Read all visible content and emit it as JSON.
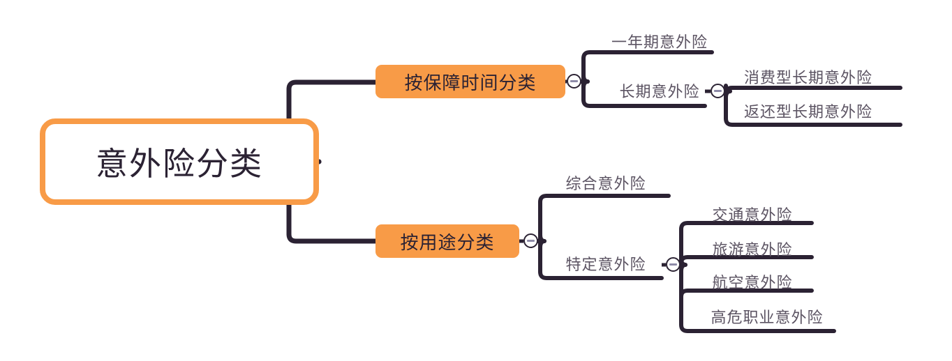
{
  "diagram": {
    "type": "mindmap",
    "title": "意外险分类",
    "direction": "left-to-right",
    "colors": {
      "accent_orange": "#F89B47",
      "line_dark": "#2B2233",
      "leaf_text": "#5C5463",
      "root_text": "#2B2233",
      "background": "#FFFFFF",
      "toggle_minus": "#8E8BA8"
    },
    "root": {
      "label": "意外险分类",
      "style": "white-box-orange-border"
    },
    "branches": [
      {
        "label": "按保障时间分类",
        "style": "orange-filled",
        "toggle": "collapse-minus",
        "children": [
          {
            "label": "一年期意外险",
            "children": []
          },
          {
            "label": "长期意外险",
            "toggle": "collapse-minus",
            "children": [
              {
                "label": "消费型长期意外险"
              },
              {
                "label": "返还型长期意外险"
              }
            ]
          }
        ]
      },
      {
        "label": "按用途分类",
        "style": "orange-filled",
        "toggle": "collapse-minus",
        "children": [
          {
            "label": "综合意外险",
            "children": []
          },
          {
            "label": "特定意外险",
            "toggle": "collapse-minus",
            "children": [
              {
                "label": "交通意外险"
              },
              {
                "label": "旅游意外险"
              },
              {
                "label": "航空意外险"
              },
              {
                "label": "高危职业意外险"
              }
            ]
          }
        ]
      }
    ],
    "toggles": {
      "icon": "minus-circle-icon",
      "count": 4
    }
  }
}
